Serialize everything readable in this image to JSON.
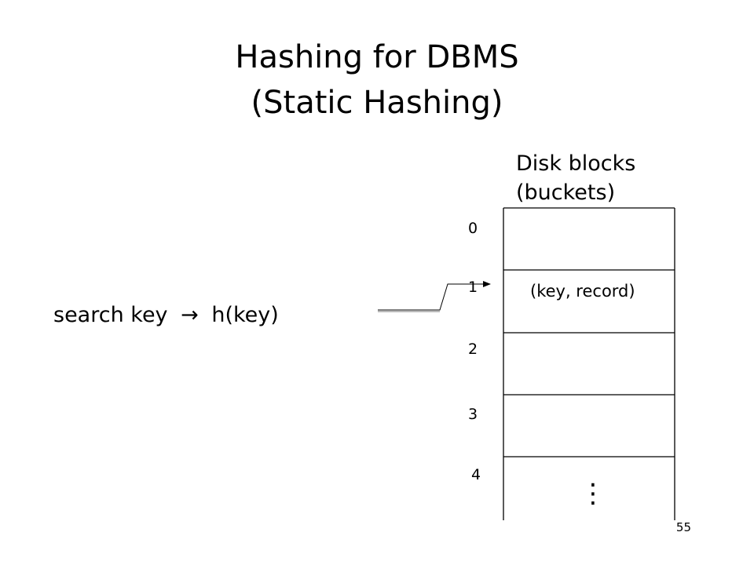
{
  "title": {
    "line1": "Hashing for DBMS",
    "line2": "(Static Hashing)"
  },
  "disk_label": {
    "line1": "Disk blocks",
    "line2": "(buckets)"
  },
  "search": {
    "text_before": "search key",
    "arrow_symbol": "→",
    "text_after": "h(key)"
  },
  "buckets": {
    "indices": [
      "0",
      "1",
      "2",
      "3",
      "4"
    ],
    "contents": [
      "",
      "(key, record)",
      "",
      "",
      ""
    ],
    "more_indicator": "⋮"
  },
  "page_number": "55"
}
